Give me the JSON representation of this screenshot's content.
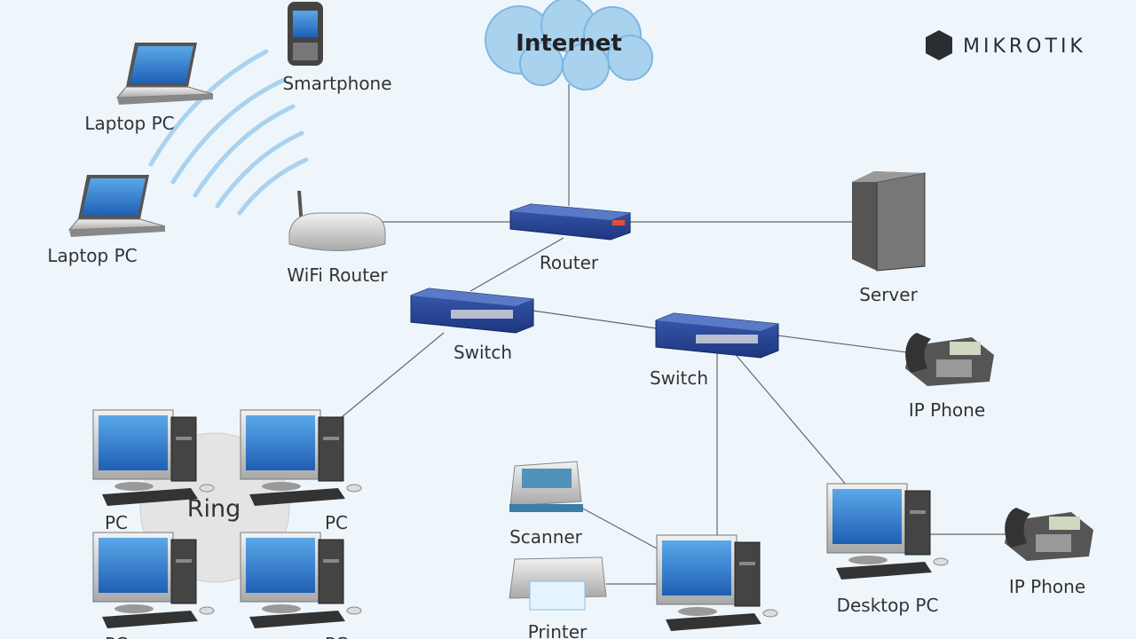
{
  "logo": {
    "text": "MIKROTIK",
    "icon": "mikrotik-logo-icon",
    "color": "#2a2e33"
  },
  "colors": {
    "background": "#eef6fc",
    "cloud": "#a9d2ef",
    "device_blue": "#2a4a9a",
    "screen_blue": "#3f8fd8",
    "ring": "#e4e4e4",
    "wifi_waves": "#a9d2ef"
  },
  "nodes": {
    "internet": "Internet",
    "laptop1": "Laptop PC",
    "laptop2": "Laptop PC",
    "smartphone": "Smartphone",
    "wifi_router": "WiFi Router",
    "router": "Router",
    "server": "Server",
    "switch1": "Switch",
    "switch2": "Switch",
    "ip_phone1": "IP Phone",
    "ring": "Ring",
    "pc1": "PC",
    "pc2": "PC",
    "pc3": "PC",
    "pc4": "PC",
    "scanner": "Scanner",
    "printer": "Printer",
    "desktop_pc": "Desktop PC",
    "ip_phone2": "IP Phone"
  }
}
